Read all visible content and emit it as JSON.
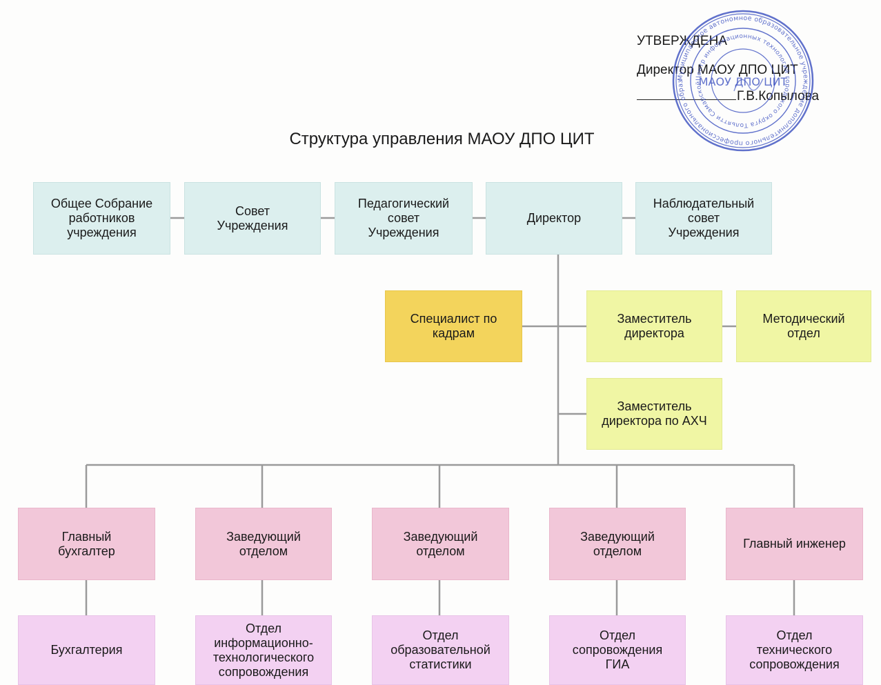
{
  "approval": {
    "status": "УТВЕРЖДЕНА",
    "position": "Директор МАОУ ДПО ЦИТ",
    "signatory": "Г.В.Копылова"
  },
  "stamp": {
    "outer_text": "Муниципальное автономное образовательное учреждение дополнительного профессионального образования",
    "inner_text": "Центр информационных технологий городского округа Тольятти Самарской области",
    "center_text": "МАОУ ДПО ЦИТ",
    "color": "#3a4fc0"
  },
  "title": "Структура управления МАОУ ДПО ЦИТ",
  "colors": {
    "governance": "#dcefee",
    "hr": "#f3d45c",
    "deputy": "#f0f6a4",
    "heads": "#f2c7d9",
    "departments": "#f3d1f2",
    "connector": "#9a9a9a"
  },
  "nodes": {
    "general_assembly": "Общее Собрание\nработников\nучреждения",
    "institution_council": "Совет\nУчреждения",
    "pedagogical_council": "Педагогический\nсовет\nУчреждения",
    "director": "Директор",
    "supervisory_board": "Наблюдательный\nсовет\nУчреждения",
    "hr_specialist": "Специалист по\nкадрам",
    "deputy_director": "Заместитель\nдиректора",
    "methodical_dept": "Методический\nотдел",
    "deputy_ahch": "Заместитель\nдиректора по АХЧ",
    "chief_accountant": "Главный\nбухгалтер",
    "head_dept_1": "Заведующий\nотделом",
    "head_dept_2": "Заведующий\nотделом",
    "head_dept_3": "Заведующий\nотделом",
    "chief_engineer": "Главный инженер",
    "accounting": "Бухгалтерия",
    "it_support_dept": "Отдел\nинформационно-\nтехнологического\nсопровождения",
    "edu_statistics_dept": "Отдел\nобразовательной\nстатистики",
    "gia_support_dept": "Отдел\nсопровождения\nГИА",
    "tech_support_dept": "Отдел\nтехнического\nсопровождения"
  }
}
